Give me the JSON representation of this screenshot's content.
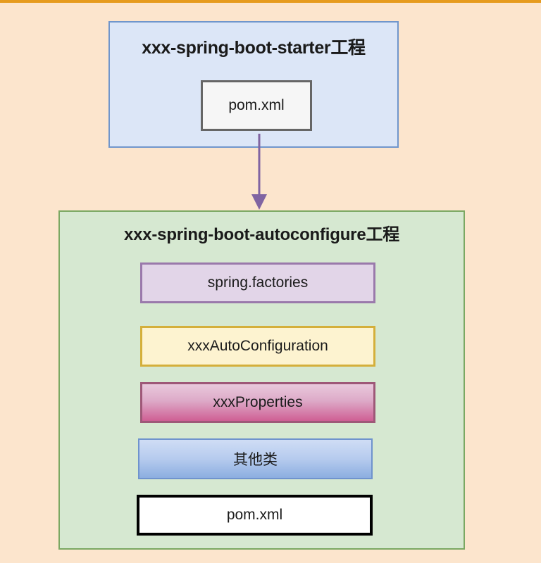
{
  "page": {
    "background_color": "#fce5cd",
    "top_rule_color": "#e69b1e"
  },
  "diagram": {
    "type": "block-diagram",
    "title_implied": "Spring Boot custom starter structure",
    "nodes": [
      {
        "id": "starter",
        "label": "xxx-spring-boot-starter工程",
        "kind": "container",
        "fill": "#dce6f7",
        "border": "#7096cc",
        "children": [
          {
            "id": "starter-pom",
            "label": "pom.xml",
            "fill": "#f6f6f6",
            "border": "#666666"
          }
        ]
      },
      {
        "id": "autoconfigure",
        "label": "xxx-spring-boot-autoconfigure工程",
        "kind": "container",
        "fill": "#d6e8d1",
        "border": "#7ba863",
        "children": [
          {
            "id": "spring-factories",
            "label": "spring.factories",
            "fill": "#e2d5e8",
            "border": "#9a79ab"
          },
          {
            "id": "xxx-autoconfiguration",
            "label": "xxxAutoConfiguration",
            "fill": "#fdf3d0",
            "border": "#d4af3b"
          },
          {
            "id": "xxx-properties",
            "label": "xxxProperties",
            "fill": "#cf5f94",
            "border": "#9e5878"
          },
          {
            "id": "other-classes",
            "label": "其他类",
            "fill": "#8caee0",
            "border": "#6f93cd"
          },
          {
            "id": "autoconfigure-pom",
            "label": "pom.xml",
            "fill": "#ffffff",
            "border": "#000000"
          }
        ]
      }
    ],
    "edges": [
      {
        "id": "starter-pom-to-autoconfigure",
        "from": "starter-pom",
        "to": "autoconfigure",
        "color": "#8064a2",
        "arrowhead": "filled-triangle",
        "label": ""
      }
    ]
  }
}
